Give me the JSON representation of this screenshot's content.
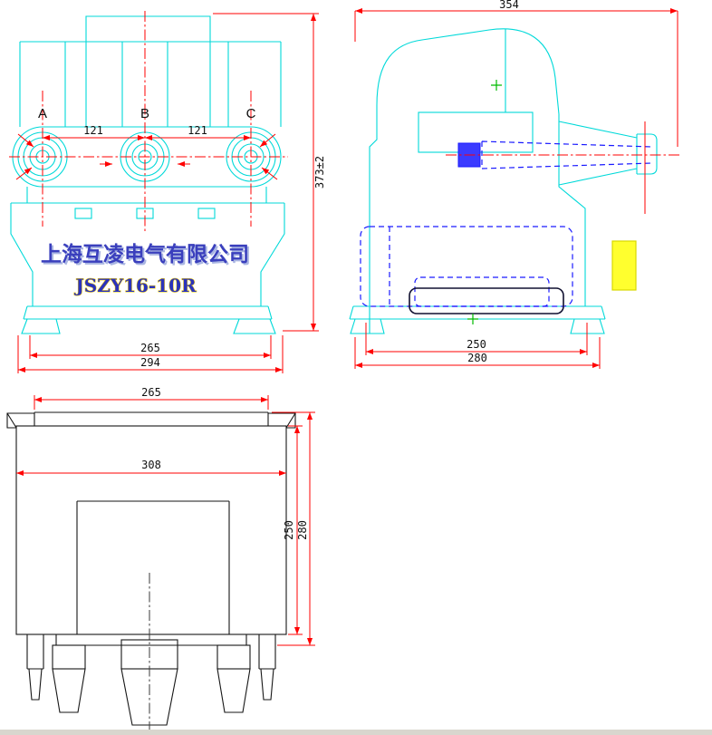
{
  "drawing": {
    "company_name": "上海互凌电气有限公司",
    "model_number": "JSZY16-10R"
  },
  "colors": {
    "outline_cyan": "#00d9d9",
    "dimension_red": "#ff0000",
    "hidden_blue": "#1a1aff",
    "detail_black": "#161616",
    "highlight_yellow": "#ffff2e",
    "marker_green": "#00bb00",
    "brand_blue": "#3a3fbd",
    "model_halo_yellow": "#ffd700"
  },
  "front_view": {
    "phase_a": "A",
    "phase_b": "B",
    "phase_c": "C",
    "dim_pitch_ab": "121",
    "dim_pitch_bc": "121",
    "dim_height": "373±2",
    "dim_base_inner": "265",
    "dim_base_outer": "294"
  },
  "side_view": {
    "dim_width": "354",
    "dim_base_inner": "250",
    "dim_base_outer": "280"
  },
  "bottom_view": {
    "dim_flange_width": "265",
    "dim_body_width": "308",
    "dim_depth_inner": "250",
    "dim_depth_outer": "280"
  }
}
